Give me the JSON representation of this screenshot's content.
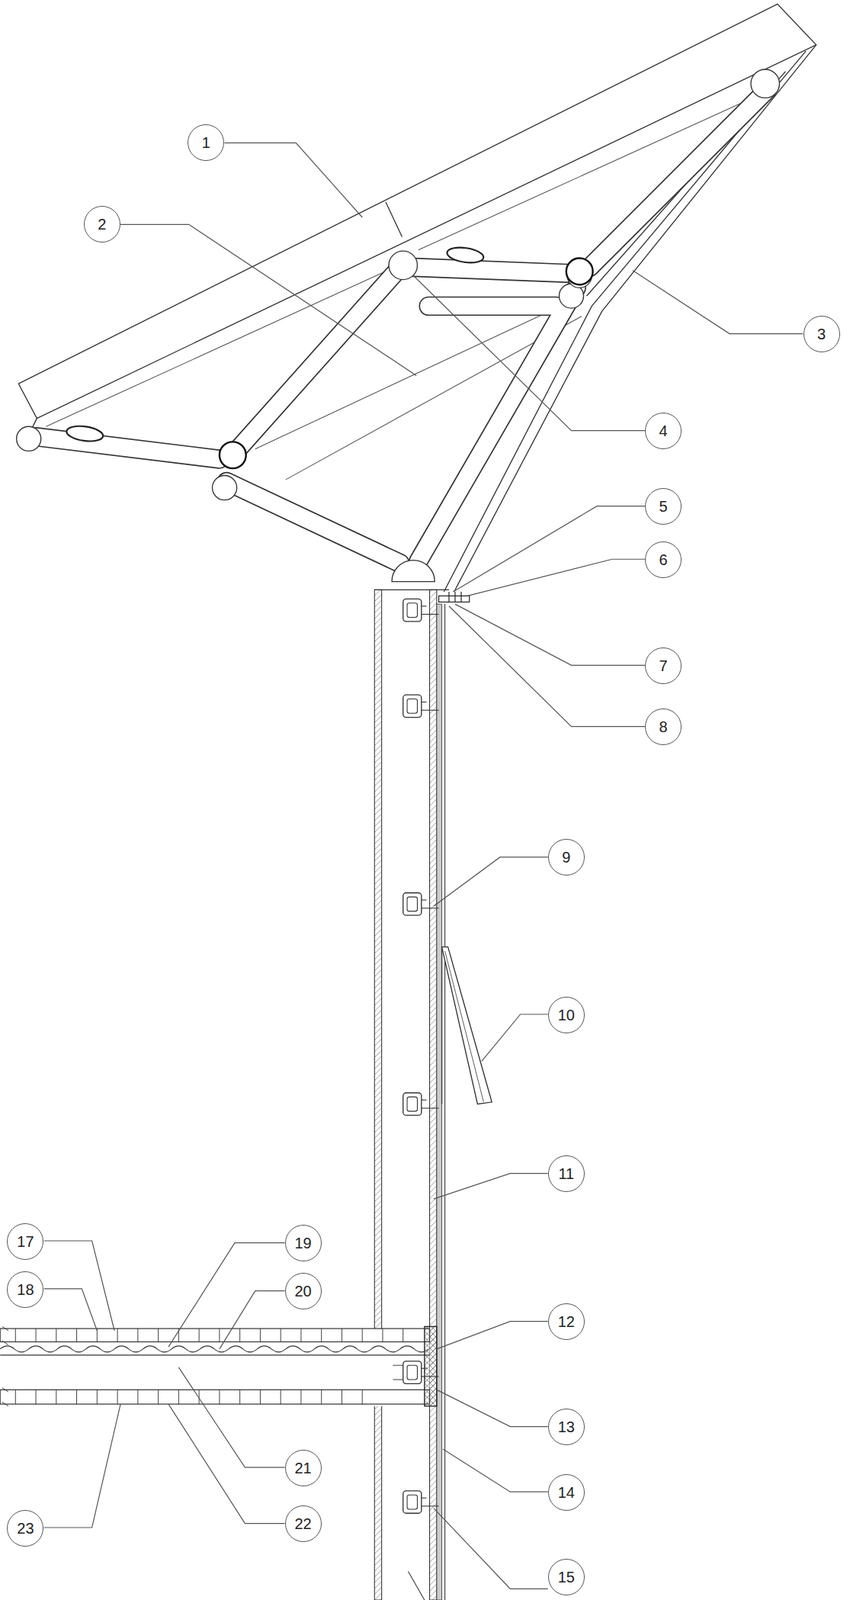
{
  "diagram": {
    "nodes": [
      {
        "text": [
          "1"
        ]
      },
      {
        "text": [
          "2"
        ]
      },
      {
        "text": [
          "3"
        ]
      },
      {
        "text": [
          "4"
        ]
      },
      {
        "text": [
          "5"
        ]
      },
      {
        "text": [
          "6"
        ]
      },
      {
        "text": [
          "7"
        ]
      },
      {
        "text": [
          "8"
        ]
      },
      {
        "text": [
          "9"
        ]
      },
      {
        "text": [
          "10"
        ]
      },
      {
        "text": [
          "11"
        ]
      },
      {
        "text": [
          "12"
        ]
      },
      {
        "text": [
          "13"
        ]
      },
      {
        "text": [
          "14"
        ]
      },
      {
        "text": [
          "15"
        ]
      },
      {
        "text": [
          "17"
        ]
      },
      {
        "text": [
          "18"
        ]
      },
      {
        "text": [
          "19"
        ]
      },
      {
        "text": [
          "20"
        ]
      },
      {
        "text": [
          "21"
        ]
      },
      {
        "text": [
          "22"
        ]
      },
      {
        "text": [
          "23"
        ]
      }
    ]
  }
}
